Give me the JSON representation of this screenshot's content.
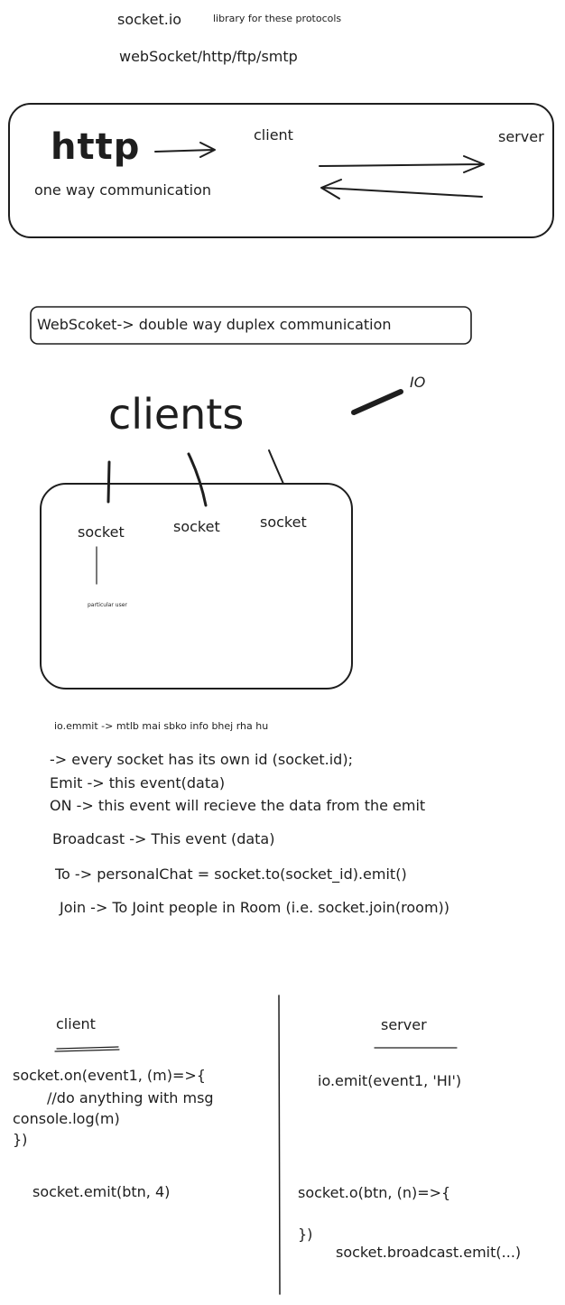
{
  "header": {
    "library": "socket.io",
    "library_note": "library for these protocols",
    "protocols": "webSocket/http/ftp/smtp"
  },
  "http_box": {
    "title": "http",
    "subtitle": "one way communication",
    "client": "client",
    "server": "server"
  },
  "websocket_box": {
    "text": "WebScoket-> double way duplex communication"
  },
  "clients_section": {
    "title": "clients",
    "io": "IO",
    "sockets": [
      "socket",
      "socket",
      "socket"
    ],
    "particular_user": "particular user"
  },
  "notes": {
    "io_emit": "io.emmit -> mtlb mai sbko info bhej rha hu",
    "lines": [
      "-> every socket has its own id (socket.id);",
      "Emit -> this event(data)",
      "ON -> this event will recieve the data from the emit",
      "Broadcast -> This event (data)",
      "To -> personalChat = socket.to(socket_id).emit()",
      "Join -> To Joint people in Room (i.e. socket.join(room))"
    ]
  },
  "bottom": {
    "client_heading": "client",
    "server_heading": "server",
    "client_code": [
      "socket.on(event1, (m)=>{",
      "//do anything with msg",
      "console.log(m)",
      "})"
    ],
    "client_emit": "socket.emit(btn, 4)",
    "server_emit": "io.emit(event1, 'HI')",
    "server_on": "socket.o(btn, (n)=>{",
    "server_close": "})",
    "server_broadcast": "socket.broadcast.emit(...)"
  }
}
